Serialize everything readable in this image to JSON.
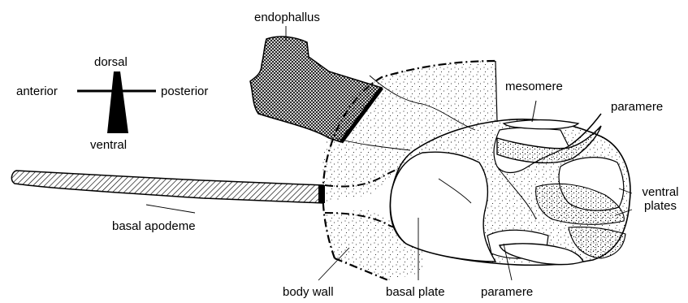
{
  "orientation": {
    "dorsal": "dorsal",
    "ventral": "ventral",
    "anterior": "anterior",
    "posterior": "posterior"
  },
  "labels": {
    "endophallus": "endophallus",
    "mesomere": "mesomere",
    "paramere_top": "paramere",
    "ventral_plates": "ventral plates",
    "basal_apodeme": "basal apodeme",
    "body_wall": "body wall",
    "basal_plate": "basal plate",
    "paramere_bottom": "paramere"
  },
  "colors": {
    "ink": "#000000",
    "paper": "#ffffff"
  }
}
